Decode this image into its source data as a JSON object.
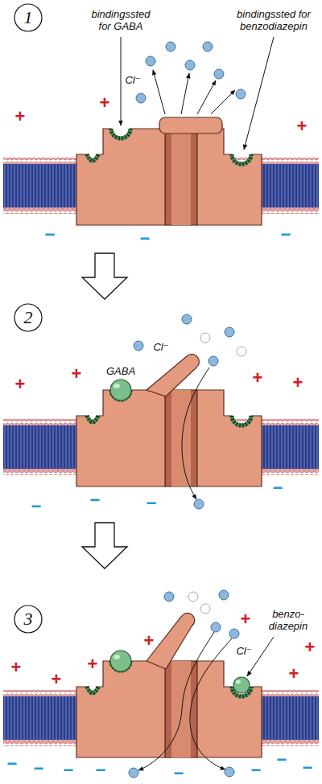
{
  "diagram": {
    "labels": [
      "1",
      "bindingssted for GABA",
      "bindingssted for benzodiazepin",
      "Cl⁻",
      "+",
      "+",
      "+",
      "−",
      "−",
      "−",
      "2",
      "GABA",
      "Cl⁻",
      "+",
      "+",
      "+",
      "+",
      "−",
      "−",
      "−",
      "−",
      "3",
      "benzo- diazepin",
      "Cl⁻",
      "+",
      "+",
      "+",
      "+",
      "+",
      "+",
      "+",
      "−",
      "−",
      "−",
      "−",
      "−",
      "−",
      "−",
      "−"
    ]
  }
}
